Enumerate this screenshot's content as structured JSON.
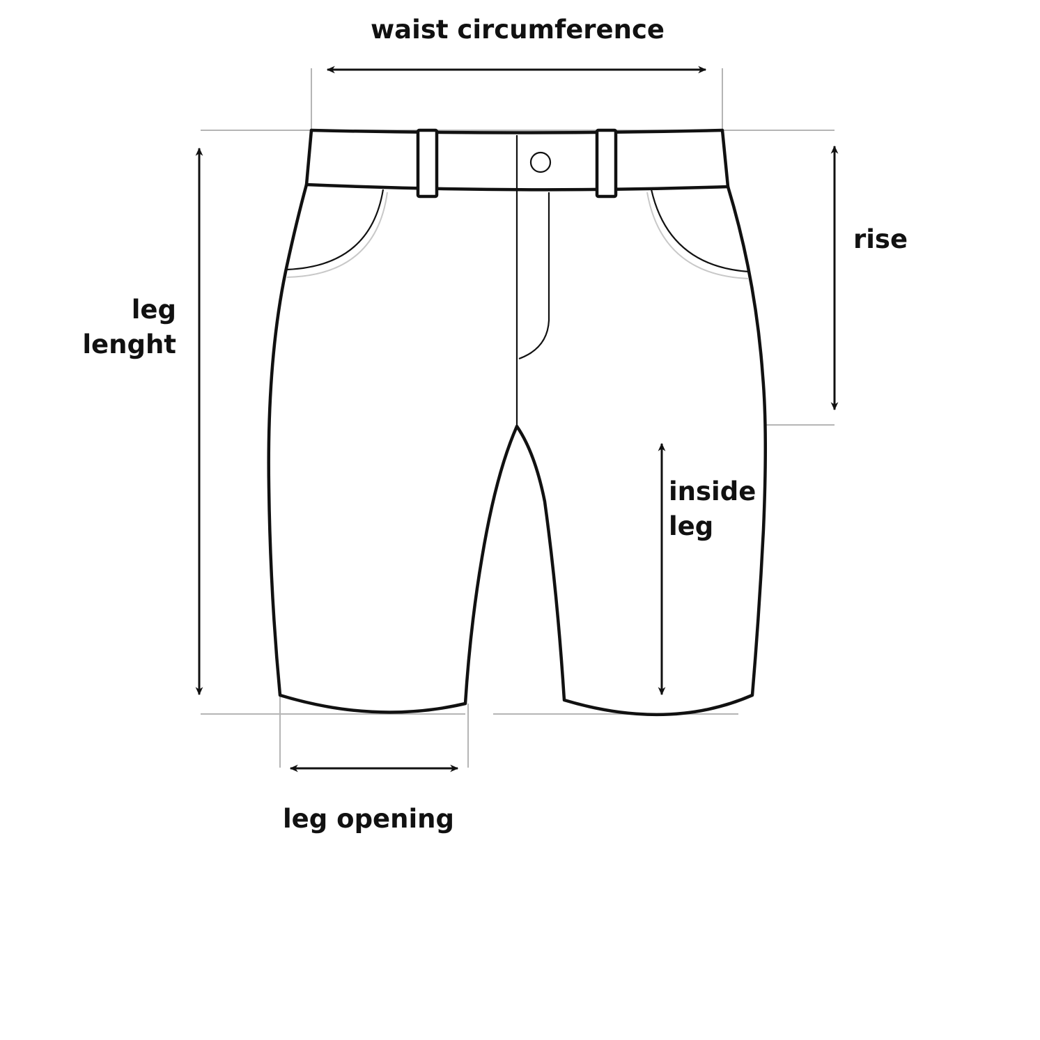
{
  "labels": {
    "waist": "waist circumference",
    "rise": "rise",
    "leg_length_line1": "leg",
    "leg_length_line2": "lenght",
    "inside_leg_line1": "inside",
    "inside_leg_line2": "leg",
    "leg_opening": "leg opening"
  },
  "colors": {
    "line": "#111111",
    "guide": "#b5b5b5",
    "background": "#ffffff"
  }
}
